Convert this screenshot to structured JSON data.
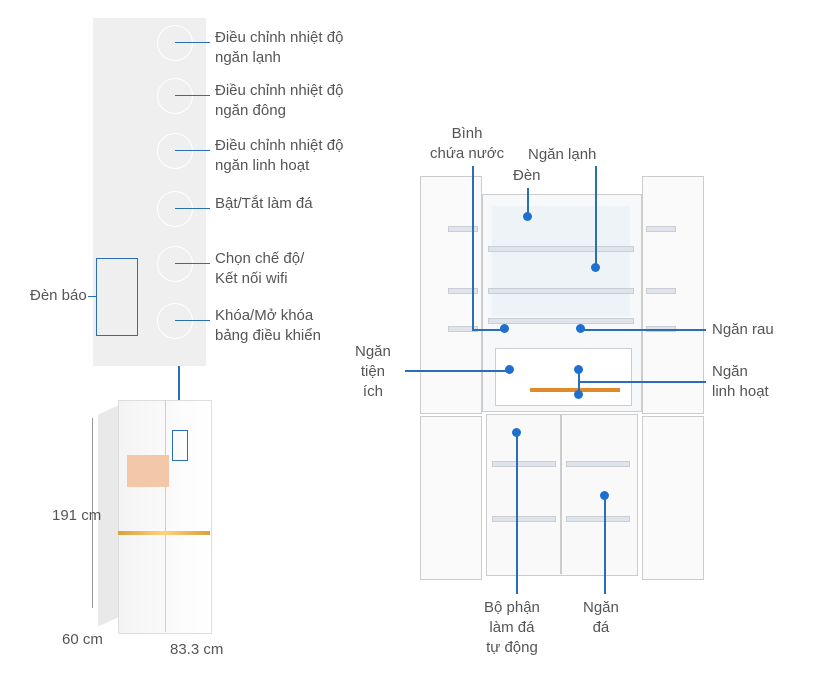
{
  "control_panel": {
    "buttons": [
      {
        "label": "Điều chỉnh nhiệt độ\nngăn lạnh"
      },
      {
        "label": "Điều chỉnh nhiệt độ\nngăn đông"
      },
      {
        "label": "Điều chỉnh nhiệt độ\nngăn linh hoạt"
      },
      {
        "label": "Bật/Tắt làm đá"
      },
      {
        "label": "Chọn chế độ/\nKết nối wifi"
      },
      {
        "label": "Khóa/Mở khóa\nbảng điều khiển"
      }
    ],
    "indicator_label": "Đèn báo"
  },
  "dimensions": {
    "height": "191 cm",
    "depth": "60 cm",
    "width": "83.3 cm"
  },
  "parts": {
    "water_tank": "Bình\nchứa nước",
    "light": "Đèn",
    "fridge": "Ngăn lạnh",
    "vegetable": "Ngăn rau",
    "utility": "Ngăn\ntiện\ních",
    "flexible": "Ngăn\nlinh hoạt",
    "ice_maker": "Bộ phận\nlàm đá\ntự động",
    "freezer": "Ngăn\nđá"
  },
  "colors": {
    "accent": "#1f6fd0",
    "line": "#2a6fb5"
  }
}
